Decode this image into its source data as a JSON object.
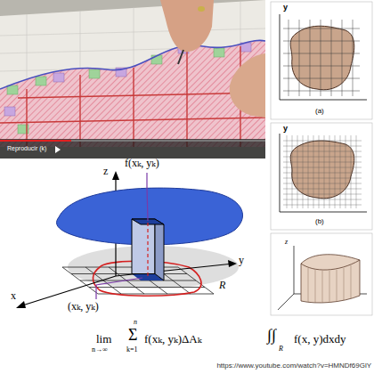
{
  "diagram": {
    "labels": [
      "Reproducir (k)",
      "y",
      "(a)",
      "y",
      "(b)",
      "z",
      "z",
      "f(xₖ, yₖ)",
      "y",
      "x",
      "R",
      "(xₖ, yₖ)",
      "lim",
      "n→∞",
      "n",
      "Σ",
      "k=1",
      "f(xₖ, yₖ)ΔAₖ",
      "∫∫",
      "R",
      "f(x, y)dxdy",
      "https://www.youtube.com/watch?v=HMNDf69GlY"
    ]
  }
}
